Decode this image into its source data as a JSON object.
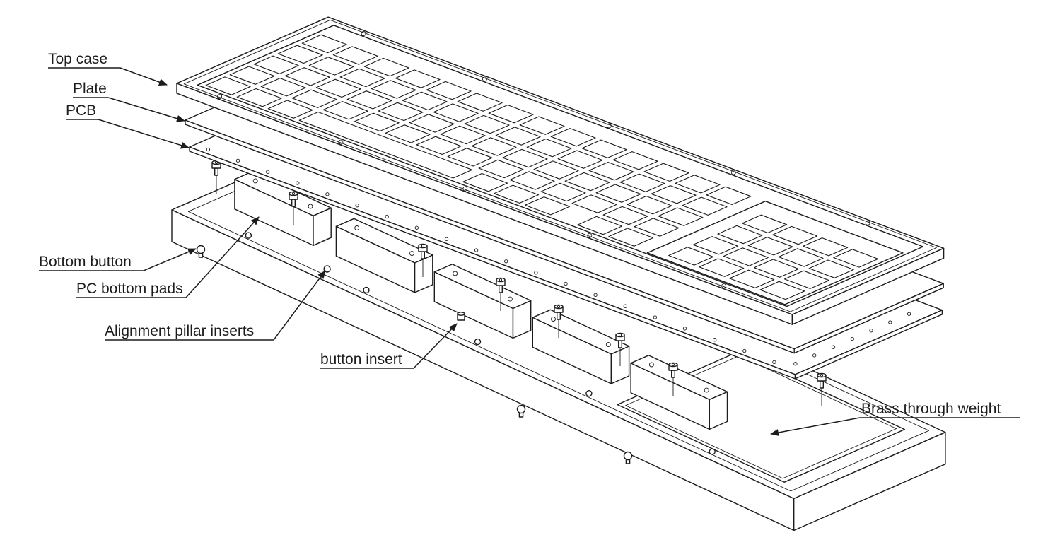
{
  "diagram": {
    "labels": {
      "top_case": "Top case",
      "plate": "Plate",
      "pcb": "PCB",
      "bottom_button": "Bottom button",
      "pc_bottom_pads": "PC bottom pads",
      "alignment_pillar_inserts": "Alignment pillar inserts",
      "button_insert": "button insert",
      "brass_through_weight": "Brass through weight"
    },
    "colors": {
      "line": "#1c1c1c",
      "background": "#ffffff"
    }
  }
}
